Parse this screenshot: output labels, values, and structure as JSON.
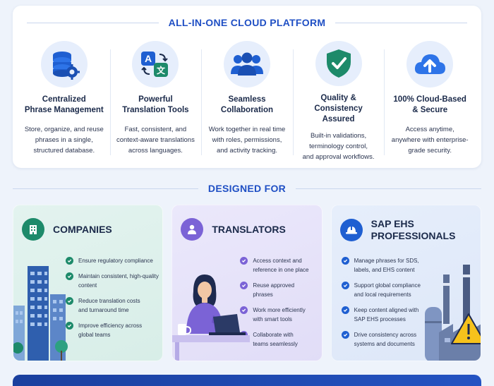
{
  "platform": {
    "title": "ALL-IN-ONE CLOUD PLATFORM",
    "features": [
      {
        "icon": "database-gear-icon",
        "title": "Centralized\nPhrase Management",
        "desc": "Store, organize, and reuse\nphrases in a single,\nstructured database."
      },
      {
        "icon": "translate-icon",
        "title": "Powerful\nTranslation Tools",
        "desc": "Fast, consistent, and\ncontext-aware translations\nacross languages."
      },
      {
        "icon": "team-icon",
        "title": "Seamless\nCollaboration",
        "desc": "Work together in real time\nwith roles, permissions,\nand activity tracking."
      },
      {
        "icon": "shield-check-icon",
        "title": "Quality & Consistency\nAssured",
        "desc": "Built-in validations,\nterminology control,\nand approval workflows."
      },
      {
        "icon": "cloud-upload-icon",
        "title": "100% Cloud-Based\n& Secure",
        "desc": "Access anytime,\nanywhere with enterprise-\ngrade security."
      }
    ]
  },
  "designed_for": {
    "title": "DESIGNED FOR",
    "cards": [
      {
        "title": "COMPANIES",
        "icon": "building-icon",
        "accent": "#1d8a6a",
        "items": [
          "Ensure regulatory compliance",
          "Maintain consistent, high-quality\ncontent",
          "Reduce translation costs\nand turnaround time",
          "Improve efficiency across\nglobal teams"
        ]
      },
      {
        "title": "TRANSLATORS",
        "icon": "user-icon",
        "accent": "#7b63d6",
        "items": [
          "Access context and\nreference in one place",
          "Reuse approved\nphrases",
          "Work more efficiently\nwith smart tools",
          "Collaborate with\nteams seamlessly"
        ]
      },
      {
        "title": "SAP EHS\nPROFESSIONALS",
        "icon": "hard-hat-icon",
        "accent": "#1f5fd1",
        "items": [
          "Manage phrases for SDS,\nlabels, and EHS content",
          "Support global compliance\nand local requirements",
          "Keep content aligned with\nSAP EHS processes",
          "Drive consistency across\nsystems and documents"
        ]
      }
    ]
  }
}
